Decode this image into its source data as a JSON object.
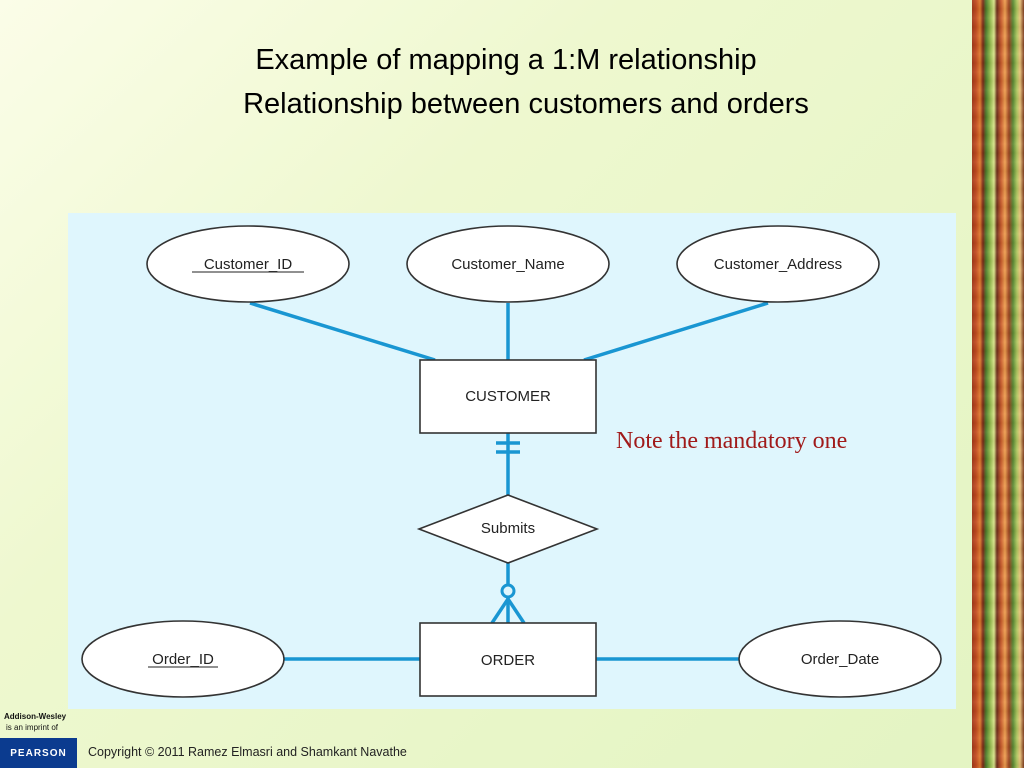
{
  "slide": {
    "title_line1": "Example of mapping a 1:M relationship",
    "title_line2": "Relationship between customers and orders",
    "note": "Note the mandatory one",
    "copyright": "Copyright © 2011 Ramez Elmasri and Shamkant Navathe"
  },
  "branding": {
    "publisher_line1": "Addison-Wesley",
    "publisher_line2": "is an imprint of",
    "pearson": "PEARSON"
  },
  "diagram": {
    "attributes": {
      "customer_id": "Customer_ID",
      "customer_name": "Customer_Name",
      "customer_address": "Customer_Address",
      "order_id": "Order_ID",
      "order_date": "Order_Date"
    },
    "entities": {
      "customer": "CUSTOMER",
      "order": "ORDER"
    },
    "relationship": "Submits"
  },
  "colors": {
    "connector": "#1996d2",
    "diagram_background": "#dff6fd",
    "note": "#a01a1a"
  }
}
